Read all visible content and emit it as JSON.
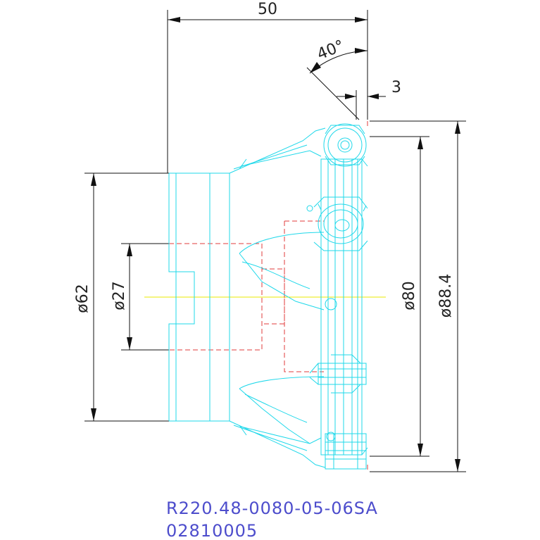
{
  "drawing": {
    "dimensions": {
      "overall_length": "50",
      "angle": "40°",
      "offset": "3",
      "diameter_62": "ø62",
      "diameter_27": "ø27",
      "diameter_80": "ø80",
      "diameter_88_4": "ø88.4"
    },
    "caption": {
      "part_number": "R220.48-0080-05-06SA",
      "item_code": "02810005"
    },
    "colors": {
      "body": "#1fd8ea",
      "hidden": "#e23b3b",
      "centerline": "#e8e800",
      "dimension": "#111111",
      "caption": "#4d4dcc"
    }
  }
}
